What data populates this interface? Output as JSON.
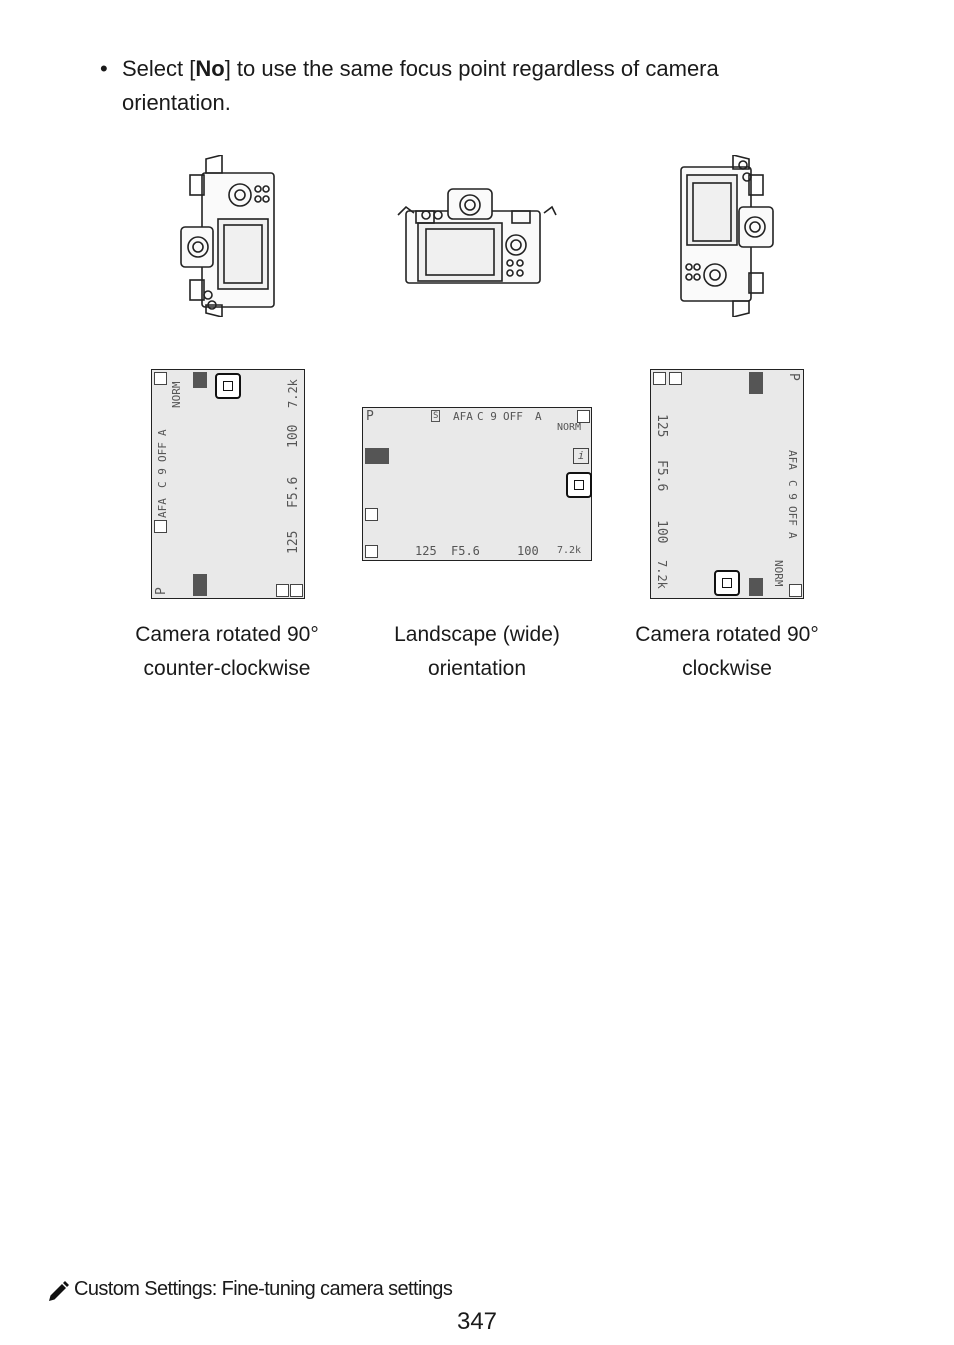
{
  "bullet": {
    "marker": "•",
    "prefix": "Select [",
    "bold": "No",
    "suffix": "] to use the same focus point regardless of camera orientation."
  },
  "captions": {
    "left_line1": "Camera rotated 90°",
    "left_line2": "counter-clockwise",
    "center_line1": "Landscape (wide)",
    "center_line2": "orientation",
    "right_line1": "Camera rotated 90°",
    "right_line2": "clockwise"
  },
  "screen_labels": {
    "mode": "P",
    "s": "S",
    "afa": "AFA",
    "c9": "C 9",
    "off": "OFF",
    "a": "A",
    "norm": "NORM",
    "shutter": "125",
    "aperture": "F5.6",
    "iso": "100",
    "frames": "7.2k",
    "info": "i"
  },
  "footer": {
    "icon": "pencil-icon",
    "text": "Custom Settings: Fine-tuning camera settings"
  },
  "page_number": "347"
}
